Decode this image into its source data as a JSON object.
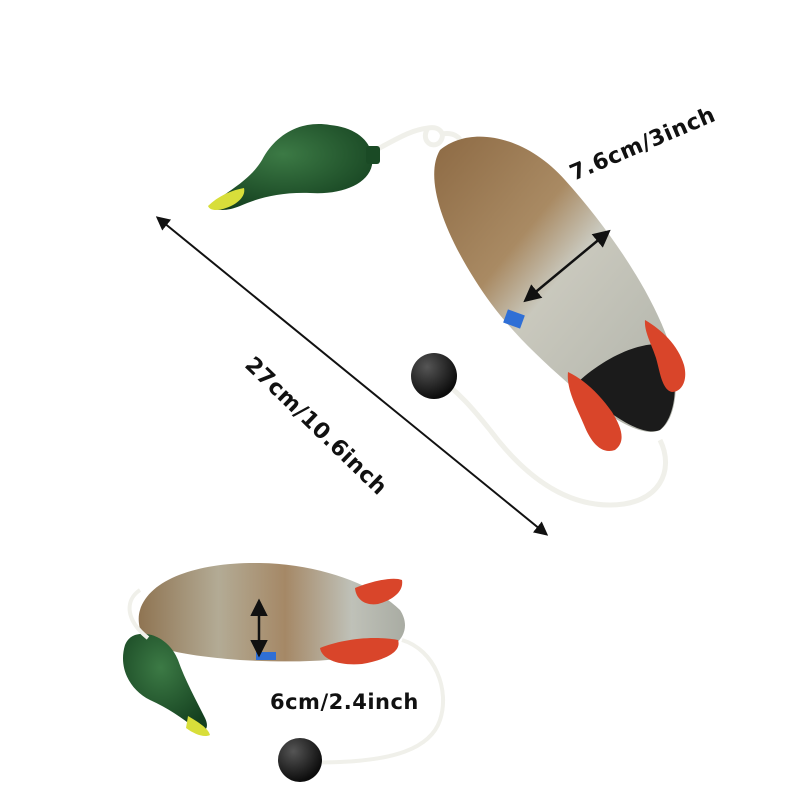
{
  "dimensions": {
    "length": "27cm/10.6inch",
    "body_width": "7.6cm/3inch",
    "small_width": "6cm/2.4inch"
  },
  "colors": {
    "head_green": "#1f5a2e",
    "bill_yellow": "#d8de3a",
    "body_grey": "#b9bcb2",
    "body_brown": "#9a7a55",
    "foot_red": "#d9452a",
    "tail_black": "#1b1b1b",
    "rope_white": "#f2f2ee",
    "ball_black": "#111111",
    "blue_patch": "#2f6fd6"
  }
}
